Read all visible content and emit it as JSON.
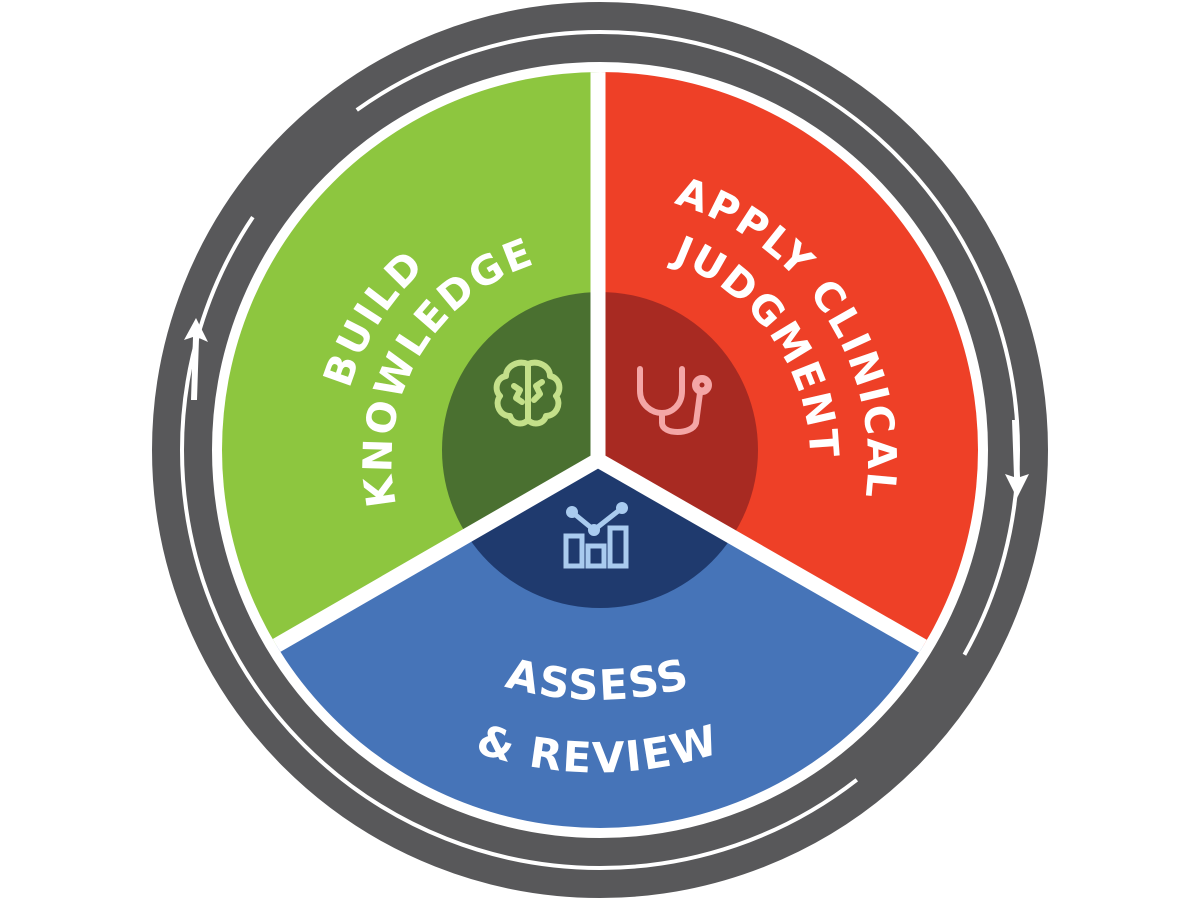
{
  "diagram": {
    "type": "cycle",
    "colors": {
      "road": "#58585a",
      "road_line": "#ffffff",
      "green": "#8dc63f",
      "green_dark": "#4a7030",
      "green_icon": "#c4e08a",
      "red": "#ee4027",
      "red_dark": "#a82a22",
      "red_icon": "#f4a6a6",
      "blue": "#4674b8",
      "blue_dark": "#1f3a6e",
      "blue_icon": "#a9cbef",
      "divider": "#ffffff"
    },
    "segments": [
      {
        "id": "build",
        "line1": "BUILD",
        "line2": "KNOWLEDGE",
        "icon": "brain-icon",
        "color": "green"
      },
      {
        "id": "apply",
        "line1": "APPLY CLINICAL",
        "line2": "JUDGMENT",
        "icon": "stethoscope-icon",
        "color": "red"
      },
      {
        "id": "assess",
        "line1": "ASSESS",
        "line2": "& REVIEW",
        "icon": "chart-icon",
        "color": "blue"
      }
    ],
    "cycle_direction": "clockwise",
    "arrows": [
      "arrow-up-left-side",
      "arrow-down-right-side"
    ]
  }
}
